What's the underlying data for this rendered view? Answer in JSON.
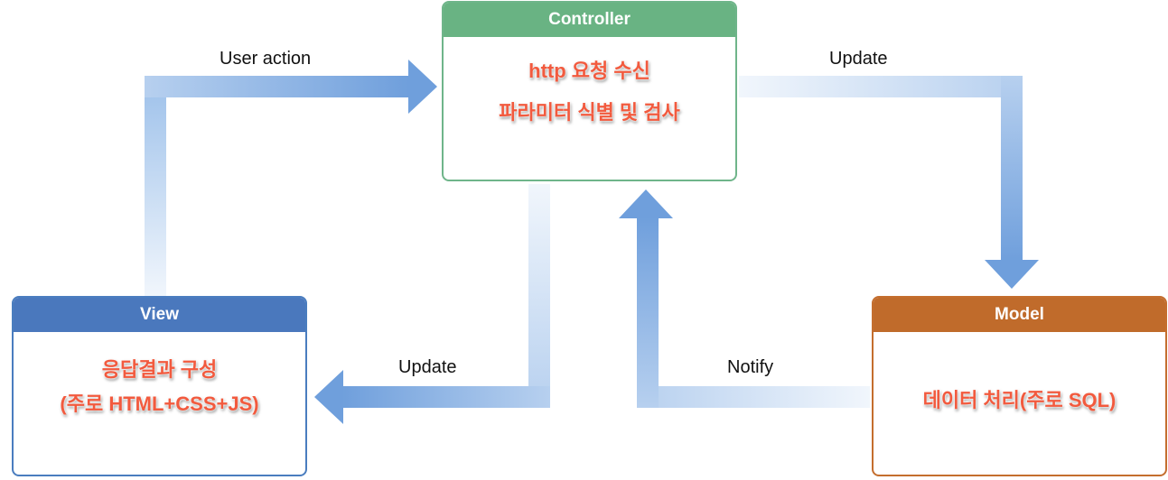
{
  "controller": {
    "title": "Controller",
    "lines": [
      "http 요청 수신",
      "파라미터 식별 및 검사"
    ]
  },
  "view": {
    "title": "View",
    "lines": [
      "응답결과 구성",
      "(주로 HTML+CSS+JS)"
    ]
  },
  "model": {
    "title": "Model",
    "lines": [
      "데이터 처리(주로 SQL)"
    ]
  },
  "edges": {
    "view_to_controller": "User action",
    "controller_to_model": "Update",
    "controller_to_view": "Update",
    "model_to_controller": "Notify"
  },
  "colors": {
    "arrow": "#6f9fdc",
    "arrow_faded": "#e3edf8",
    "note_text": "#f25a3e",
    "controller": "#69b383",
    "view": "#4a78bd",
    "model": "#c06b2b"
  }
}
